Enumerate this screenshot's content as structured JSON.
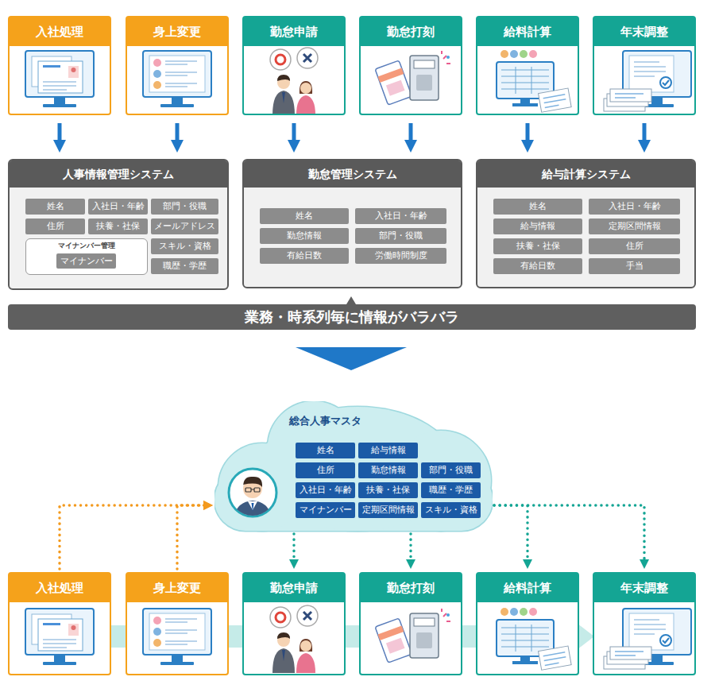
{
  "diagram": {
    "nodes": [
      {
        "text": [
          "入社処理"
        ]
      },
      {
        "text": [
          "身上変更"
        ]
      },
      {
        "text": [
          "勤怠申請"
        ]
      },
      {
        "text": [
          "勤怠打刻"
        ]
      },
      {
        "text": [
          "給料計算"
        ]
      },
      {
        "text": [
          "年末調整"
        ]
      },
      {
        "text": [
          "人事情報管理システム"
        ]
      },
      {
        "text": [
          "姓名"
        ],
        "in": 6
      },
      {
        "text": [
          "入社日・年齢"
        ],
        "in": 6
      },
      {
        "text": [
          "部門・役職"
        ],
        "in": 6
      },
      {
        "text": [
          "住所"
        ],
        "in": 6
      },
      {
        "text": [
          "扶養・社保"
        ],
        "in": 6
      },
      {
        "text": [
          "メールアドレス"
        ],
        "in": 6
      },
      {
        "text": [
          "マイナンバー管理"
        ],
        "in": 6
      },
      {
        "text": [
          "マイナンバー"
        ],
        "in": 13
      },
      {
        "text": [
          "スキル・資格"
        ],
        "in": 6
      },
      {
        "text": [
          "職歴・学歴"
        ],
        "in": 6
      },
      {
        "text": [
          "勤怠管理システム"
        ]
      },
      {
        "text": [
          "姓名"
        ],
        "in": 17
      },
      {
        "text": [
          "入社日・年齢"
        ],
        "in": 17
      },
      {
        "text": [
          "勤怠情報"
        ],
        "in": 17
      },
      {
        "text": [
          "部門・役職"
        ],
        "in": 17
      },
      {
        "text": [
          "有給日数"
        ],
        "in": 17
      },
      {
        "text": [
          "労働時間制度"
        ],
        "in": 17
      },
      {
        "text": [
          "給与計算システム"
        ]
      },
      {
        "text": [
          "姓名"
        ],
        "in": 24
      },
      {
        "text": [
          "入社日・年齢"
        ],
        "in": 24
      },
      {
        "text": [
          "給与情報"
        ],
        "in": 24
      },
      {
        "text": [
          "定期区間情報"
        ],
        "in": 24
      },
      {
        "text": [
          "扶養・社保"
        ],
        "in": 24
      },
      {
        "text": [
          "住所"
        ],
        "in": 24
      },
      {
        "text": [
          "有給日数"
        ],
        "in": 24
      },
      {
        "text": [
          "手当"
        ],
        "in": 24
      },
      {
        "text": [
          "業務・時系列毎に情報がバラバラ"
        ]
      },
      {
        "text": [
          "総合人事マスタ"
        ]
      },
      {
        "text": [
          "姓名"
        ],
        "in": 34
      },
      {
        "text": [
          "給与情報"
        ],
        "in": 34
      },
      {
        "text": [
          "住所"
        ],
        "in": 34
      },
      {
        "text": [
          "勤怠情報"
        ],
        "in": 34
      },
      {
        "text": [
          "部門・役職"
        ],
        "in": 34
      },
      {
        "text": [
          "入社日・年齢"
        ],
        "in": 34
      },
      {
        "text": [
          "扶養・社保"
        ],
        "in": 34
      },
      {
        "text": [
          "職歴・学歴"
        ],
        "in": 34
      },
      {
        "text": [
          "マイナンバー"
        ],
        "in": 34
      },
      {
        "text": [
          "定期区間情報"
        ],
        "in": 34
      },
      {
        "text": [
          "スキル・資格"
        ],
        "in": 34
      },
      {
        "text": [
          "入社処理"
        ]
      },
      {
        "text": [
          "身上変更"
        ]
      },
      {
        "text": [
          "勤怠申請"
        ]
      },
      {
        "text": [
          "勤怠打刻"
        ]
      },
      {
        "text": [
          "給料計算"
        ]
      },
      {
        "text": [
          "年末調整"
        ]
      }
    ],
    "edges": [
      {
        "from": 0,
        "to": 6,
        "arrow": "to"
      },
      {
        "from": 1,
        "to": 6,
        "arrow": "to"
      },
      {
        "from": 2,
        "to": 17,
        "arrow": "to"
      },
      {
        "from": 3,
        "to": 17,
        "arrow": "to"
      },
      {
        "from": 4,
        "to": 24,
        "arrow": "to"
      },
      {
        "from": 5,
        "to": 24,
        "arrow": "to"
      },
      {
        "from": 46,
        "to": 34,
        "arrow": "to"
      },
      {
        "from": 47,
        "to": 34,
        "arrow": "to"
      },
      {
        "from": 34,
        "to": 48,
        "arrow": "to"
      },
      {
        "from": 34,
        "to": 49,
        "arrow": "to"
      },
      {
        "from": 34,
        "to": 50,
        "arrow": "to"
      },
      {
        "from": 34,
        "to": 51,
        "arrow": "to"
      }
    ]
  }
}
